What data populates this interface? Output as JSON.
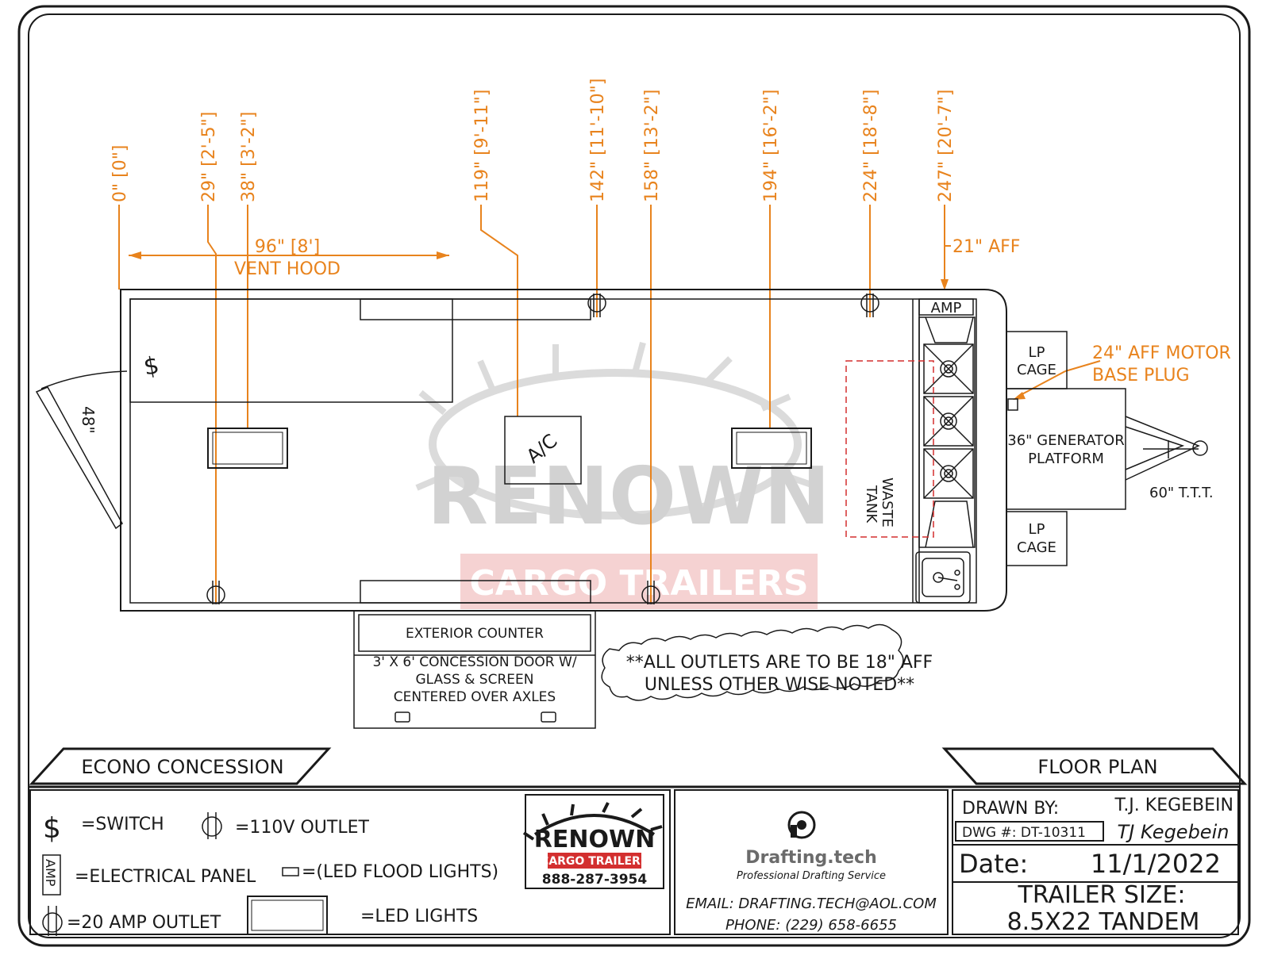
{
  "colors": {
    "orange": "#e8831d",
    "red": "#d32f2f",
    "ink": "#1a1a1a",
    "watermark": "#9a9a9a"
  },
  "dimensions": {
    "ticks": [
      "0\" [0\"]",
      "29\" [2'-5\"]",
      "38\" [3'-2\"]",
      "119\" [9'-11\"]",
      "142\" [11'-10\"]",
      "158\" [13'-2\"]",
      "194\" [16'-2\"]",
      "224\" [18'-8\"]",
      "247\" [20'-7\"]"
    ],
    "vent_hood_width": "96\" [8']",
    "vent_hood_label": "VENT HOOD",
    "amp_height": "21\" AFF",
    "motor_plug_line1": "24\" AFF MOTOR",
    "motor_plug_line2": "BASE PLUG"
  },
  "plan": {
    "door_width": "48\"",
    "switch_symbol": "$",
    "ac_label": "A/C",
    "amp_label": "AMP",
    "waste_tank_line1": "WASTE",
    "waste_tank_line2": "TANK",
    "lp_cage_line1": "LP",
    "lp_cage_line2": "CAGE",
    "generator_line1": "36\" GENERATOR",
    "generator_line2": "PLATFORM",
    "tongue": "60\" T.T.T.",
    "exterior_counter": "EXTERIOR COUNTER",
    "door_line1": "3' X 6' CONCESSION DOOR W/",
    "door_line2": "GLASS & SCREEN",
    "door_line3": "CENTERED OVER AXLES",
    "note_line1": "**ALL OUTLETS ARE TO BE 18\" AFF",
    "note_line2": "UNLESS OTHER WISE NOTED**"
  },
  "watermark": {
    "brand": "RENOWN",
    "sub": "CARGO TRAILERS"
  },
  "titles": {
    "left": "ECONO CONCESSION",
    "right": "FLOOR PLAN"
  },
  "legend": {
    "switch_symbol": "$",
    "switch": "=SWITCH",
    "outlet_110": "=110V OUTLET",
    "amp_symbol": "AMP",
    "panel": "=ELECTRICAL PANEL",
    "flood": "=(LED FLOOD LIGHTS)",
    "outlet_20": "=20 AMP OUTLET",
    "led": "=LED LIGHTS"
  },
  "logo": {
    "brand": "RENOWN",
    "sub": "CARGO TRAILERS",
    "phone": "888-287-3954"
  },
  "drafting": {
    "name": "Drafting.tech",
    "tagline": "Professional Drafting Service",
    "email": "EMAIL: DRAFTING.TECH@AOL.COM",
    "phone": "PHONE: (229) 658-6655"
  },
  "titleblock": {
    "drawn_by_label": "DRAWN BY:",
    "drawn_by": "T.J. KEGEBEIN",
    "signature": "TJ Kegebein",
    "dwg_label": "DWG #: DT-10311",
    "date_label": "Date:",
    "date": "11/1/2022",
    "size_label": "TRAILER SIZE:",
    "size": "8.5X22 TANDEM"
  }
}
